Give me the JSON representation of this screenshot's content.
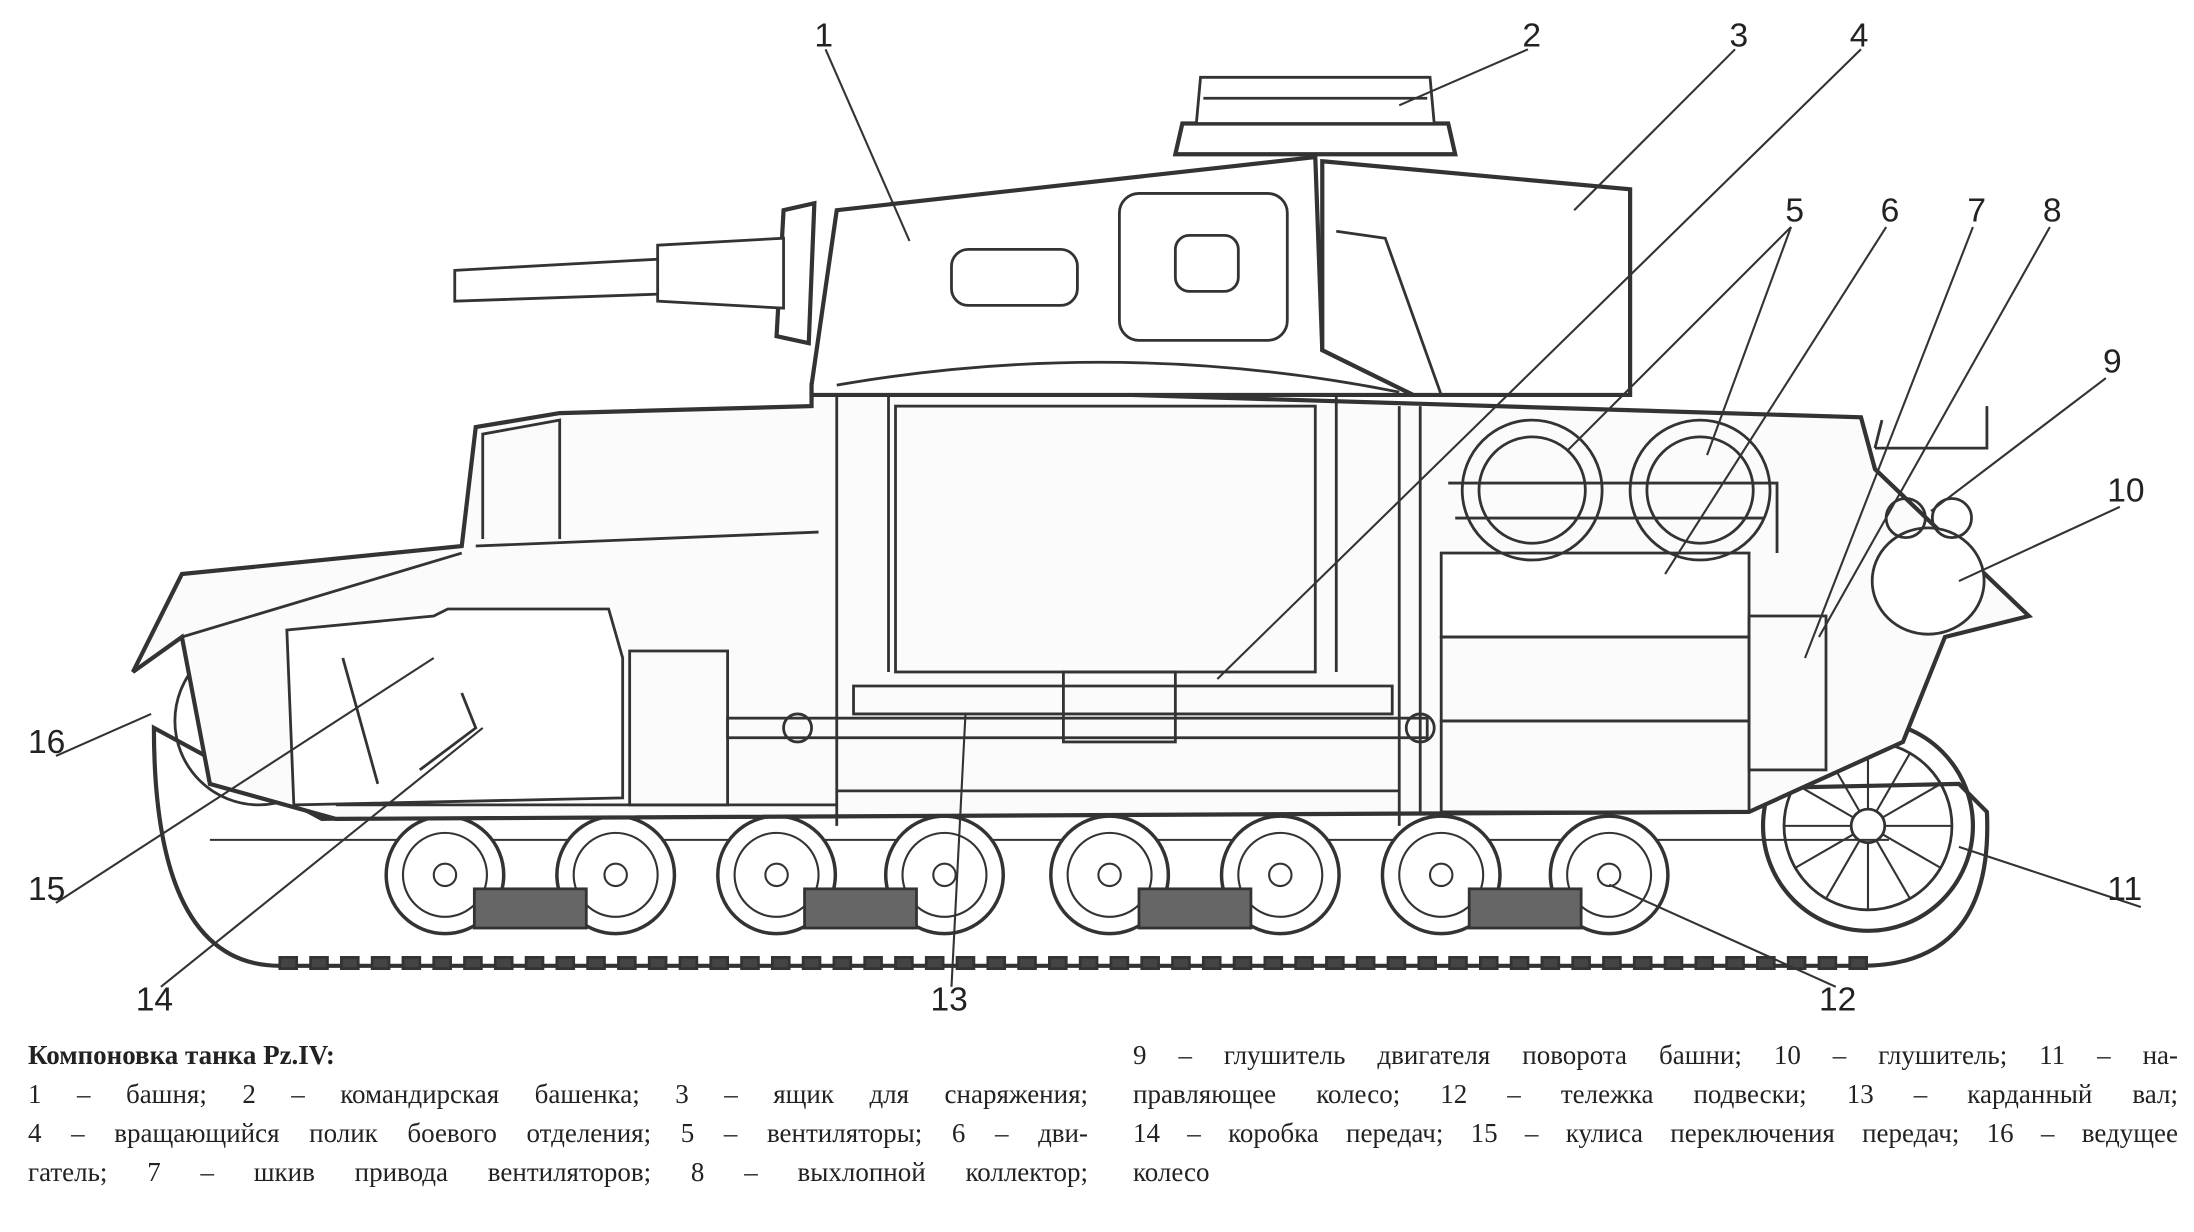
{
  "diagram": {
    "callouts": [
      "1",
      "2",
      "3",
      "4",
      "5",
      "6",
      "7",
      "8",
      "9",
      "10",
      "11",
      "12",
      "13",
      "14",
      "15",
      "16"
    ]
  },
  "caption": {
    "title": "Компоновка танка Pz.IV:",
    "left_lines": [
      "1 – башня; 2 – командирская башенка; 3 – ящик для снаряжения;",
      "4 – вращающийся полик боевого отделения; 5 – вентиляторы; 6 – дви-",
      "гатель; 7 – шкив привода вентиляторов; 8 – выхлопной коллектор;"
    ],
    "right_lines": [
      "9 – глушитель двигателя поворота башни; 10 – глушитель; 11 – на-",
      "правляющее колесо; 12 – тележка подвески; 13 – карданный вал;",
      "14 – коробка передач; 15 – кулиса переключения передач; 16 – ведущее",
      "колесо"
    ]
  }
}
